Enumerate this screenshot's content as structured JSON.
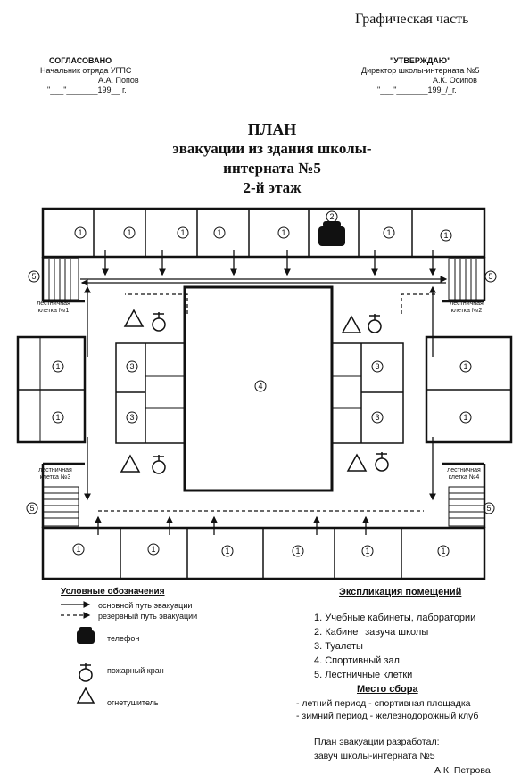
{
  "header": {
    "section": "Графическая часть"
  },
  "left_approval": {
    "title": "СОГЛАСОВАНО",
    "position": "Начальник отряда УГПС",
    "name": "А.А. Попов",
    "date": "\"___\"_______199__ г."
  },
  "right_approval": {
    "title": "\"УТВЕРЖДАЮ\"",
    "position": "Директор школы-интерната №5",
    "name": "А.К. Осипов",
    "date": "\"___\"_______199_/_г."
  },
  "title": {
    "line1": "ПЛАН",
    "line2": "эвакуации из здания школы-",
    "line3": "интерната №5",
    "line4": "2-й этаж"
  },
  "plan": {
    "stair_labels": {
      "s1": "лестничная клетка №1",
      "s2": "лестничная клетка №2",
      "s3": "лестничная клетка №3",
      "s4": "лестничная клетка №4"
    },
    "room_numbers": [
      "1",
      "2",
      "3",
      "4",
      "5"
    ]
  },
  "legend": {
    "title": "Условные обозначения",
    "items": [
      {
        "icon": "solid-arrow",
        "label": "основной путь эвакуации"
      },
      {
        "icon": "dashed-arrow",
        "label": "резервный путь эвакуации"
      },
      {
        "icon": "phone-icon",
        "label": "телефон"
      },
      {
        "icon": "hydrant-icon",
        "label": "пожарный кран"
      },
      {
        "icon": "extinguisher-icon",
        "label": "огнетушитель"
      }
    ]
  },
  "explication": {
    "title": "Экспликация помещений",
    "items": [
      "1. Учебные кабинеты, лаборатории",
      "2. Кабинет завуча школы",
      "3. Туалеты",
      "4. Спортивный зал",
      "5. Лестничные клетки"
    ]
  },
  "assembly": {
    "title": "Место сбора",
    "items": [
      "- летний период - спортивная площадка",
      "- зимний период - железнодорожный клуб"
    ]
  },
  "author": {
    "line1": "План эвакуации разработал:",
    "line2": "завуч школы-интерната №5",
    "name": "А.К. Петрова"
  }
}
